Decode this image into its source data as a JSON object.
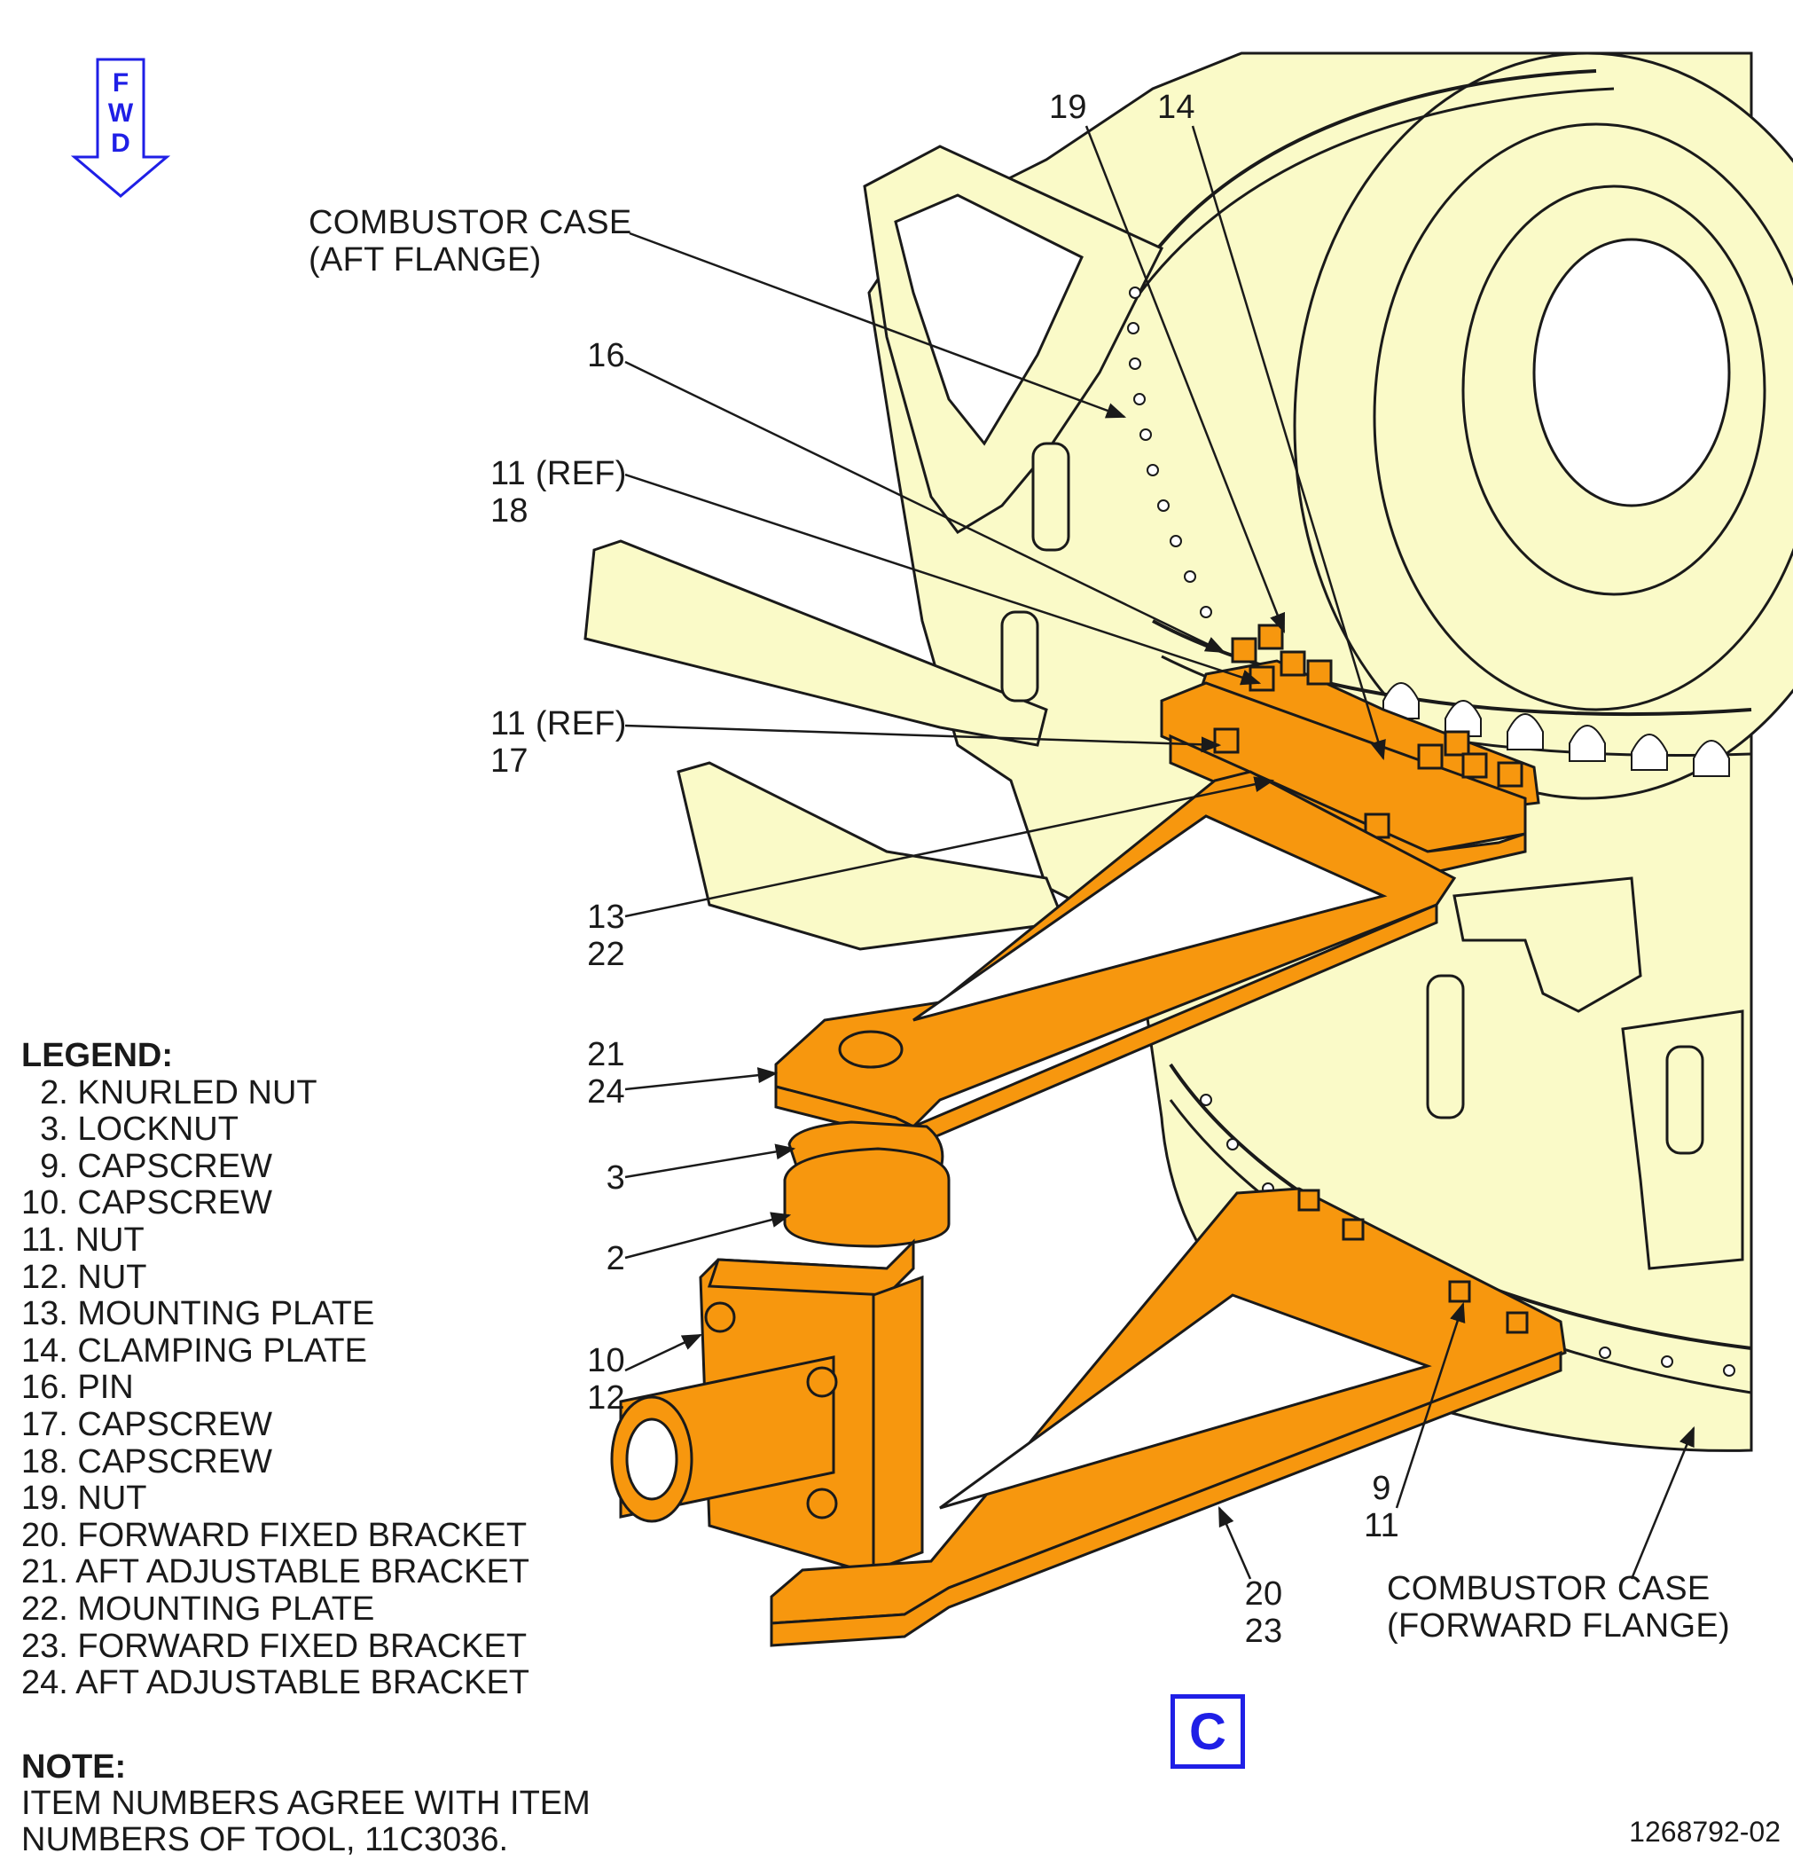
{
  "fwd_indicator": {
    "letters": [
      "F",
      "W",
      "D"
    ],
    "color": "#1f1fe6"
  },
  "callouts": {
    "c19": [
      "19"
    ],
    "c14": [
      "14"
    ],
    "combustor_aft": [
      "COMBUSTOR CASE",
      "(AFT FLANGE)"
    ],
    "c16": [
      "16"
    ],
    "c11_18": [
      "11 (REF)",
      "18"
    ],
    "c11_17": [
      "11 (REF)",
      "17"
    ],
    "c13_22": [
      "13",
      "22"
    ],
    "c21_24": [
      "21",
      "24"
    ],
    "c3": [
      "3"
    ],
    "c2": [
      "2"
    ],
    "c10_12": [
      "10",
      "12"
    ],
    "c20_23": [
      "20",
      "23"
    ],
    "c9_11": [
      "9",
      "11"
    ],
    "combustor_fwd": [
      "COMBUSTOR CASE",
      "(FORWARD FLANGE)"
    ]
  },
  "legend": {
    "title": "LEGEND:",
    "items": [
      "  2. KNURLED NUT",
      "  3. LOCKNUT",
      "  9. CAPSCREW",
      "10. CAPSCREW",
      "11. NUT",
      "12. NUT",
      "13. MOUNTING PLATE",
      "14. CLAMPING PLATE",
      "16. PIN",
      "17. CAPSCREW",
      "18. CAPSCREW",
      "19. NUT",
      "20. FORWARD FIXED BRACKET",
      "21. AFT ADJUSTABLE BRACKET",
      "22. MOUNTING PLATE",
      "23. FORWARD FIXED BRACKET",
      "24. AFT ADJUSTABLE BRACKET"
    ]
  },
  "note": {
    "title": "NOTE:",
    "lines": [
      "ITEM NUMBERS AGREE WITH ITEM",
      "NUMBERS OF TOOL, 11C3036."
    ]
  },
  "view_label": "C",
  "drawing_number": "1268792-02",
  "colors": {
    "engine_fill": "#fafac8",
    "tool_fill": "#f7970e",
    "line": "#1a1a1a",
    "fwd_blue": "#1f1fe6"
  }
}
